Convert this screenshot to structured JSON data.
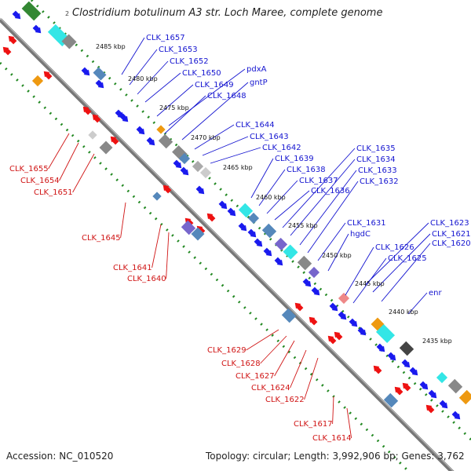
{
  "title_prefix": "2",
  "title": "Clostridium botulinum A3 str. Loch Maree, complete genome",
  "footer": {
    "accession": "Accession: NC_010520",
    "summary": "Topology: circular; Length: 3,992,906 bp; Genes: 3,762"
  },
  "kbp_ticks": [
    "2485 kbp",
    "2480 kbp",
    "2475 kbp",
    "2470 kbp",
    "2465 kbp",
    "2460 kbp",
    "2455 kbp",
    "2450 kbp",
    "2445 kbp",
    "2440 kbp",
    "2435 kbp"
  ],
  "forward_labels": [
    "CLK_1657",
    "CLK_1653",
    "CLK_1652",
    "CLK_1650",
    "CLK_1649",
    "pdxA",
    "CLK_1648",
    "gntP",
    "CLK_1644",
    "CLK_1643",
    "CLK_1642",
    "CLK_1639",
    "CLK_1638",
    "CLK_1637",
    "CLK_1636",
    "CLK_1635",
    "CLK_1634",
    "CLK_1633",
    "CLK_1632",
    "CLK_1631",
    "hgdC",
    "CLK_1626",
    "CLK_1625",
    "CLK_1623",
    "CLK_1621",
    "CLK_1620",
    "enr"
  ],
  "reverse_labels": [
    "CLK_1655",
    "CLK_1654",
    "CLK_1651",
    "CLK_1645",
    "CLK_1641",
    "CLK_1640",
    "CLK_1629",
    "CLK_1628",
    "CLK_1627",
    "CLK_1624",
    "CLK_1622",
    "CLK_1617",
    "CLK_1614"
  ],
  "colors": {
    "forward_cds": "#1a1aee",
    "reverse_cds": "#ee1111",
    "backbone": "#777777",
    "gc_dots": "#228822",
    "cyan": "#33e6e6",
    "steel": "#5588bb",
    "gray": "#888888",
    "purple": "#7766cc",
    "orange": "#ee9911",
    "green": "#338833",
    "pink": "#ee8888",
    "forward_label": "#1515d0",
    "reverse_label": "#d01515"
  }
}
